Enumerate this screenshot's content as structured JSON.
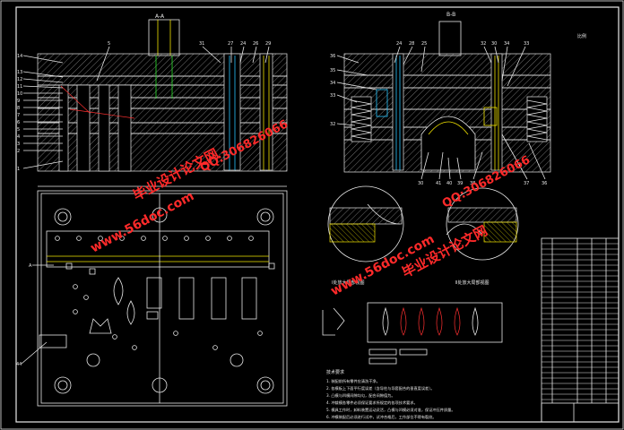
{
  "section_labels": {
    "aa": "A-A",
    "bb": "B-B",
    "scale": "比例"
  },
  "detail_labels": {
    "left": "Ⅰ处放大局部视图",
    "right": "Ⅱ处放大局部视图"
  },
  "dimension": "",
  "part_numbers_left": [
    "14",
    "13",
    "12",
    "11",
    "10",
    "9",
    "8",
    "7",
    "6",
    "5",
    "4",
    "3",
    "2",
    "1"
  ],
  "part_numbers_top_left": [
    "5",
    "31",
    "27",
    "24",
    "26",
    "29"
  ],
  "part_numbers_right_top": [
    "24",
    "28",
    "25",
    "32",
    "30",
    "34",
    "33"
  ],
  "part_numbers_right_side": [
    "36",
    "35",
    "34",
    "33",
    "32"
  ],
  "part_numbers_right_bottom": [
    "30",
    "41",
    "40",
    "39",
    "38",
    "37",
    "36"
  ],
  "tech_title": "技术要求",
  "tech_requirements": [
    "1. 装配前所有零件应清洗干净。",
    "2. 各模板上下面平行度误差（含导柱与导套配合的垂直度误差）。",
    "3. 凸模与凹模间隙均匀，配合间隙值为。",
    "4. 冲裁模各零件必须保证要求所规定的各项技术要求。",
    "5. 模具工作时，卸料装置运动灵活，凸模与凹模必须对准，保证冲压件质量。",
    "6. 冲模装配后必须进行试冲，试冲合格后，工作部位不得有裂纹。"
  ],
  "watermark": {
    "brand": "毕业设计论文网",
    "site": "www.56doc.com",
    "qq": "QQ:306826066"
  },
  "colors": {
    "background": "#000000",
    "line": "#e8e8e8",
    "watermark": "#ff2a2a",
    "accent_red": "#ff3030",
    "accent_yellow": "#f2e400",
    "accent_cyan": "#29c6ff",
    "accent_green": "#2ee52e"
  }
}
